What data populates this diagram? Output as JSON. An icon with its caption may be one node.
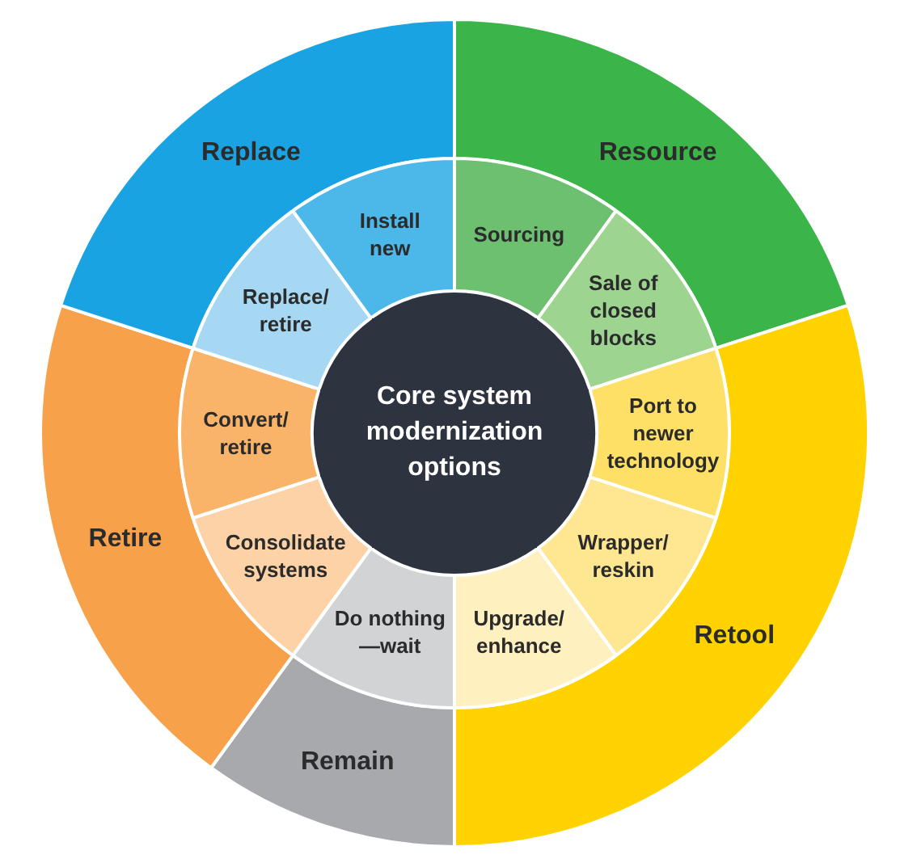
{
  "diagram": {
    "nodes": [
      {
        "text": [
          "Core system modernization options"
        ]
      },
      {
        "text": [
          "Resource"
        ]
      },
      {
        "text": [
          "Retool"
        ]
      },
      {
        "text": [
          "Remain"
        ]
      },
      {
        "text": [
          "Retire"
        ]
      },
      {
        "text": [
          "Replace"
        ]
      },
      {
        "text": [
          "Sourcing"
        ]
      },
      {
        "text": [
          "Sale of closed blocks"
        ]
      },
      {
        "text": [
          "Port to newer technology"
        ]
      },
      {
        "text": [
          "Wrapper/ reskin"
        ]
      },
      {
        "text": [
          "Upgrade/ enhance"
        ]
      },
      {
        "text": [
          "Do nothing —wait"
        ]
      },
      {
        "text": [
          "Consolidate systems"
        ]
      },
      {
        "text": [
          "Convert/ retire"
        ]
      },
      {
        "text": [
          "Replace/ retire"
        ]
      },
      {
        "text": [
          "Install new"
        ]
      }
    ]
  }
}
